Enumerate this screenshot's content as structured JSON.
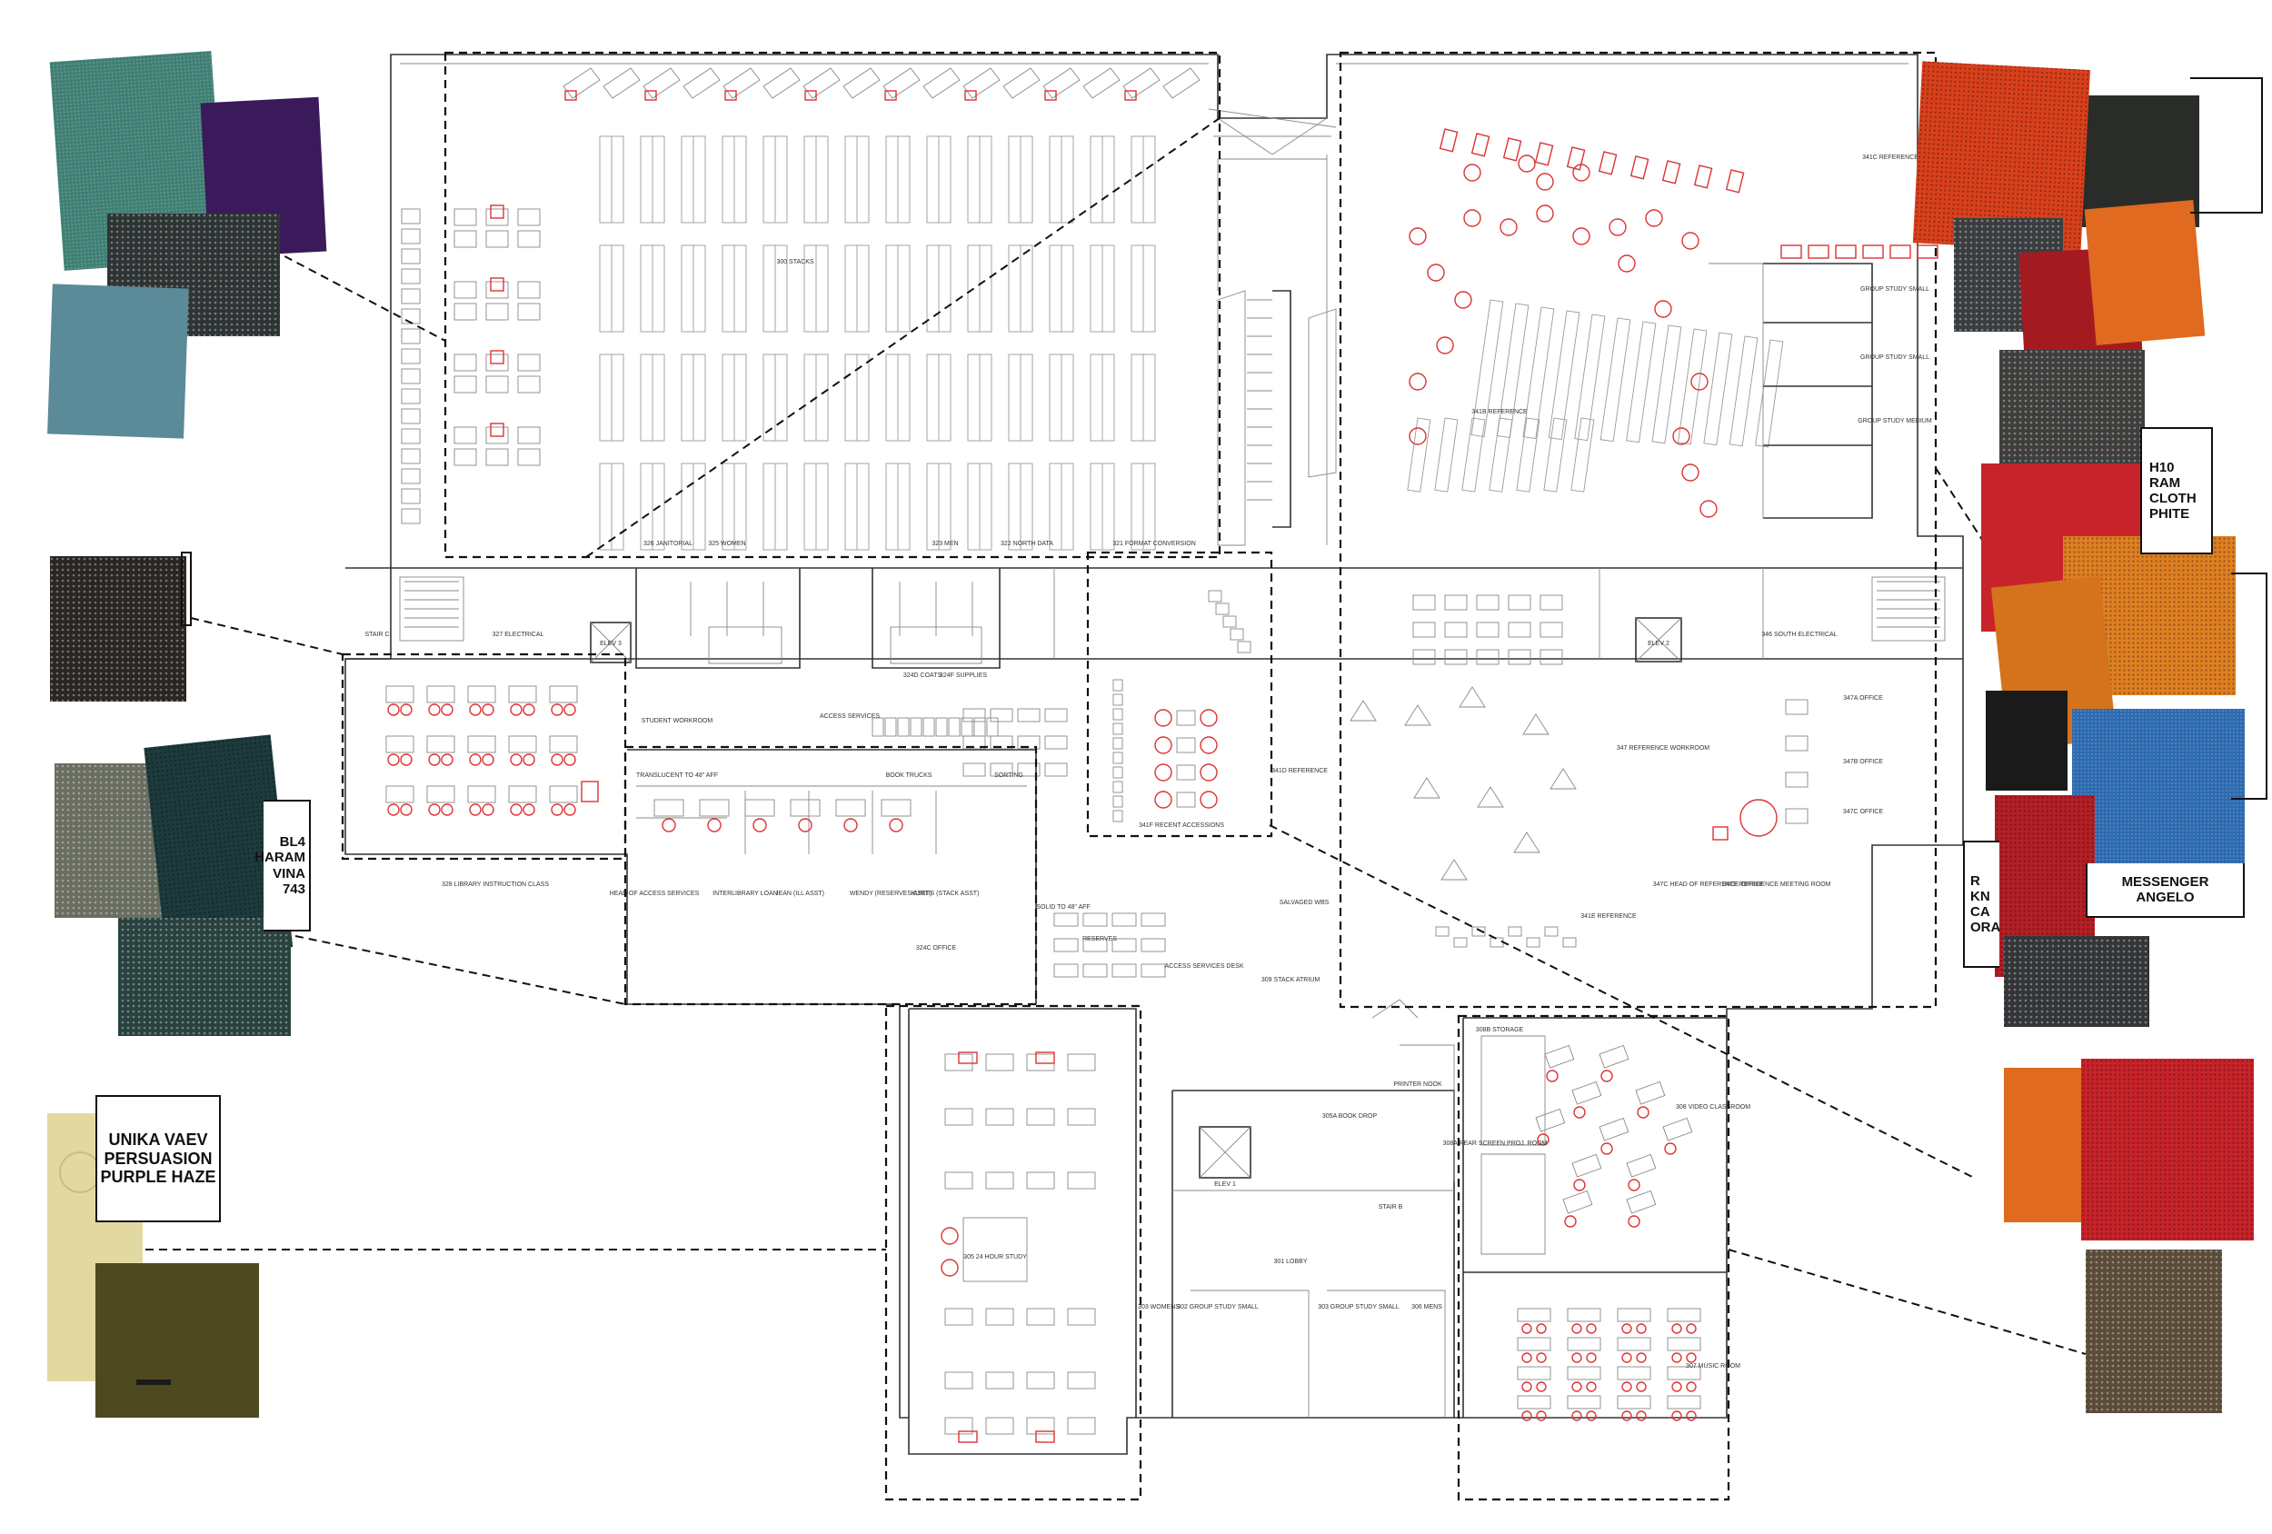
{
  "swatch_labels": {
    "unika": [
      "UNIKA VAEV",
      "PERSUASION",
      "PURPLE HAZE"
    ],
    "bl4": [
      "BL4",
      "HARAM",
      "VINA",
      "743"
    ],
    "right_top": [
      "H10",
      "RAM",
      "CLOTH",
      "PHITE"
    ],
    "right_mid": [
      "R",
      "KN",
      "CA",
      "ORA"
    ],
    "right_mid2": [
      "MESSENGER",
      "ANGELO"
    ]
  },
  "rooms": {
    "stacks": "300 STACKS",
    "reference": "341B REFERENCE",
    "ref_label": "341C REFERENCE",
    "group_study_1": "GROUP STUDY SMALL",
    "group_study_2": "GROUP STUDY SMALL",
    "group_study_3": "GROUP STUDY MEDIUM",
    "janitorial": "326 JANITORIAL",
    "women": "325 WOMEN",
    "men": "323 MEN",
    "north_data": "322 NORTH DATA",
    "format_conversion": "321 FORMAT CONVERSION",
    "electrical": "327 ELECTRICAL",
    "stair_c": "STAIR C",
    "elev_3": "ELEV 3",
    "elev_2": "ELEV 2",
    "south_electrical": "346 SOUTH ELECTRICAL",
    "library_instruction": "328 LIBRARY INSTRUCTION CLASS",
    "student_workroom": "STUDENT WORKROOM",
    "access_services": "ACCESS SERVICES",
    "coats": "324D COATS",
    "supplies": "324F SUPPLIES",
    "book_trucks": "BOOK TRUCKS",
    "sorting": "SORTING",
    "recent_accessions": "341F RECENT ACCESSIONS",
    "reference_341d": "341D REFERENCE",
    "reference_workroom": "347 REFERENCE WORKROOM",
    "office_347a": "347A OFFICE",
    "office_347b": "347B OFFICE",
    "office_347c": "347C OFFICE",
    "head_access": "HEAD OF ACCESS SERVICES",
    "ill_room": "INTERLIBRARY LOAN",
    "jean": "JEAN (ILL ASST)",
    "wendy": "WENDY (RESERVES ASST)",
    "kurtis": "KURTIS (STACK ASST)",
    "office_324c": "324C OFFICE",
    "reserves": "RESERVES",
    "access_desk": "ACCESS SERVICES DESK",
    "stack_atrium": "309 STACK ATRIUM",
    "salvaged_wbs": "SALVAGED WBS",
    "reference_341e": "341E REFERENCE",
    "head_of_reference": "347C HEAD OF REFERENCE OFFICE",
    "reference_meeting": "347E REFERENCE MEETING ROOM",
    "study_24": "305 24 HOUR STUDY",
    "printer_nook": "PRINTER NOOK",
    "book_drop": "305A BOOK DROP",
    "elev_1": "ELEV 1",
    "stair_b": "STAIR B",
    "lobby": "301 LOBBY",
    "womens": "303 WOMENS",
    "group_small_a": "302 GROUP STUDY SMALL",
    "group_small_b": "303 GROUP STUDY SMALL",
    "mens": "306 MENS",
    "storage": "308B STORAGE",
    "rear_screen": "308A REAR SCREEN PROJ. ROOM",
    "video_classroom": "308 VIDEO CLASSROOM",
    "music_room": "307 MUSIC ROOM",
    "translucent": "TRANSLUCENT TO 48\" AFF",
    "solid_to": "SOLID TO 48\" AFF"
  },
  "swatch_colors": {
    "teal": "#3f7f74",
    "purple": "#3a1a5a",
    "dark_grey_weave": "#2e3434",
    "blue_grey": "#5b8a99",
    "black_weave": "#2a2623",
    "grey_green_weave": "#6a6e60",
    "dark_teal": "#1d3b3d",
    "cream": "#e2d9a2",
    "olive": "#4d4a1f",
    "red_orange": "#d8401c",
    "charcoal": "#2a2c2a",
    "dark_grey": "#3a3d40",
    "deep_red": "#a31b21",
    "orange": "#e06a1f",
    "bright_red": "#c8232a",
    "amber": "#de7f22",
    "royal_blue": "#2d6ab0",
    "black": "#1a1a1a",
    "crimson": "#b41f26",
    "brown_weave": "#5b4c3a"
  }
}
